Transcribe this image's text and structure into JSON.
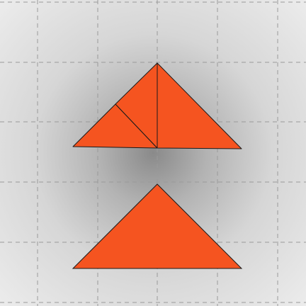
{
  "puzzle": {
    "piece_color": "#F55420",
    "outline_color": "#1a1a1a",
    "grid_color": "#9a9a9a",
    "assembled_pieces": [
      {
        "name": "small-triangle",
        "shape": "right isosceles triangle"
      },
      {
        "name": "medium-triangle",
        "shape": "right triangle"
      },
      {
        "name": "large-triangle",
        "shape": "right triangle"
      }
    ],
    "target_shape": "isosceles right triangle"
  }
}
